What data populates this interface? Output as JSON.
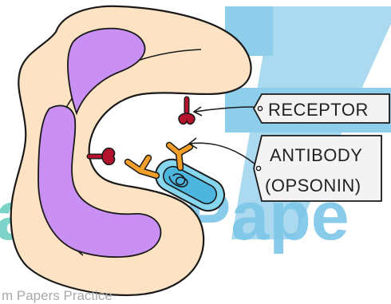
{
  "labels": {
    "receptor": "RECEPTOR",
    "antibody_line1": "ANTIBODY",
    "antibody_line2": "(OPSONIN)"
  },
  "watermark": {
    "big_left": "am",
    "big_right": "Pape",
    "small": "m Papers Practice"
  },
  "colors": {
    "cell_fill": "#fde3c3",
    "vacuole_fill": "#c98ff2",
    "receptor": "#b5122d",
    "antibody": "#f29f2a",
    "bacterium_outer": "#86d7ee",
    "bacterium_inner": "#4db6df",
    "watermark_blue": "#7cc6e8",
    "watermark_teal": "#6fcfc3",
    "outline": "#1a1a1a"
  }
}
